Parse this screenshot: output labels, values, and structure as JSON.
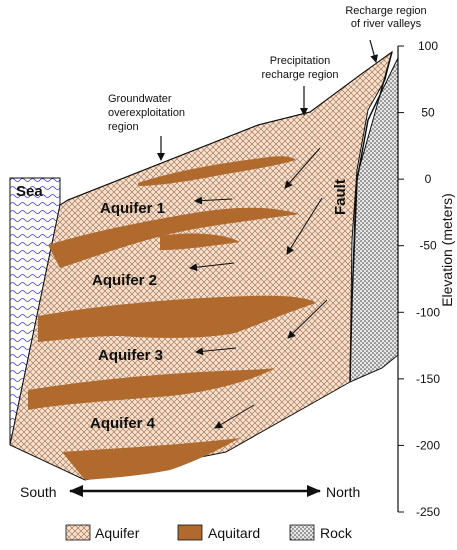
{
  "annotations": {
    "river_recharge_line1": "Recharge region",
    "river_recharge_line2": "of river valleys",
    "precip_line1": "Precipitation",
    "precip_line2": "recharge region",
    "overexploit_line1": "Groundwater",
    "overexploit_line2": "overexploitation",
    "overexploit_line3": "region"
  },
  "labels": {
    "sea": "Sea",
    "fault": "Fault",
    "aquifer1": "Aquifer 1",
    "aquifer2": "Aquifer 2",
    "aquifer3": "Aquifer 3",
    "aquifer4": "Aquifer 4"
  },
  "axis": {
    "title": "Elevation  (meters)",
    "ticks": [
      100,
      50,
      0,
      -50,
      -100,
      -150,
      -200,
      -250
    ],
    "tick_labels": [
      "100",
      "50",
      "0",
      "-50",
      "-100",
      "-150",
      "-200",
      "-250"
    ],
    "range": [
      -250,
      100
    ]
  },
  "direction": {
    "south": "South",
    "north": "North"
  },
  "legend": [
    {
      "key": "aquifer",
      "label": "Aquifer"
    },
    {
      "key": "aquitard",
      "label": "Aquitard"
    },
    {
      "key": "rock",
      "label": "Rock"
    }
  ],
  "colors": {
    "aquifer_fill": "#f7e2cf",
    "aquifer_hatch": "#a87a5c",
    "aquitard": "#b06a2e",
    "sea_fill": "#ffffff",
    "sea_wave": "#3b3bd0",
    "rock_fill": "#e6e6e6",
    "rock_dot": "#444444",
    "line": "#111111"
  }
}
